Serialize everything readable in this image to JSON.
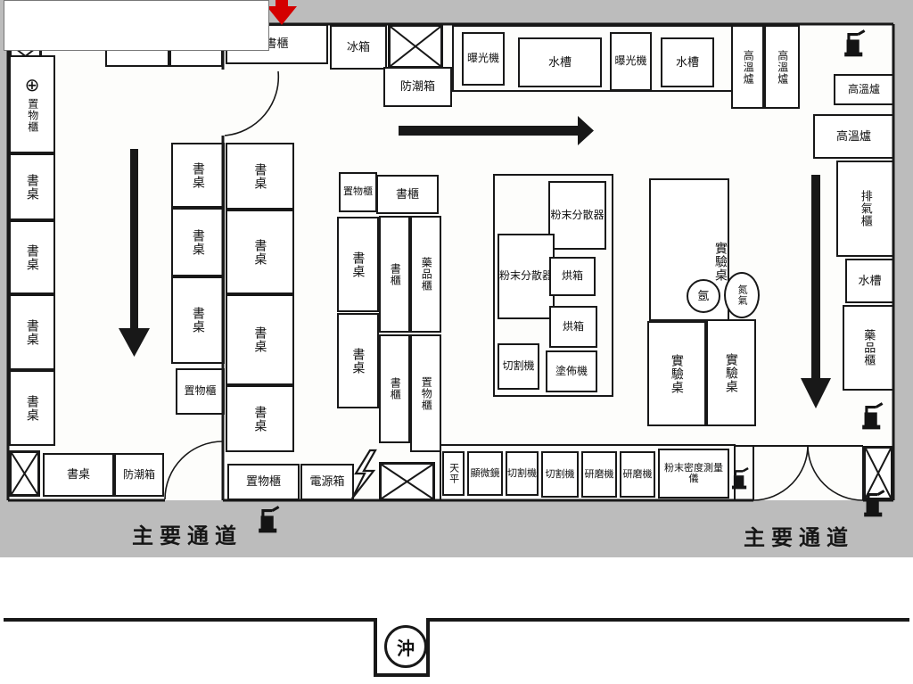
{
  "colors": {
    "background": "#bcbcbc",
    "floor": "#fdfdfb",
    "wall_line": "#181818",
    "entrance_marker": "#d40000"
  },
  "furniture": {
    "storage_cabinet": "置物櫃",
    "fridge": "冰箱",
    "bookcase": "書櫃",
    "desk": "書桌",
    "dry_box": "防潮箱",
    "exposure_machine": "曝光機",
    "sink": "水槽",
    "high_temp_furnace": "高溫爐",
    "fume_cabinet": "排氣櫃",
    "chemical_cabinet": "藥品櫃",
    "powder_disperser": "粉末分散器",
    "oven": "烘箱",
    "cutting_machine": "切割機",
    "coating_machine": "塗佈機",
    "lab_table": "實驗桌",
    "argon_cylinder": "氬",
    "nitrogen_cylinder": "氮氣",
    "balance": "天平",
    "microscope": "顯微鏡",
    "grinding_machine": "研磨機",
    "powder_density_meter": "粉末密度測量儀",
    "power_box": "電源箱",
    "cross_symbol": "⊕"
  },
  "labels": {
    "main_aisle": "主要通道",
    "wash_station": "沖"
  }
}
